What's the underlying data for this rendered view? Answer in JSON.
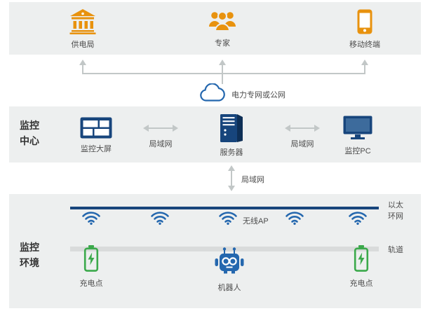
{
  "colors": {
    "orange": "#E8920E",
    "navy": "#17457C",
    "blue": "#2467AE",
    "green": "#3BA94B",
    "band-bg": "#EDEFEF",
    "arrow-gray": "#C2C7C7",
    "track-gray": "#D9DBDB"
  },
  "external": {
    "nodes": [
      {
        "label": "供电局"
      },
      {
        "label": "专家"
      },
      {
        "label": "移动终端"
      }
    ]
  },
  "wan": {
    "label": "电力专网或公网"
  },
  "monitor_center": {
    "section_label": "监控中心",
    "nodes": [
      {
        "label": "监控大屏"
      },
      {
        "label": "服务器"
      },
      {
        "label": "监控PC"
      }
    ],
    "links": {
      "lan_left": "局域网",
      "lan_right": "局域网",
      "lan_down": "局域网"
    }
  },
  "monitor_env": {
    "section_label": "监控环境",
    "ethernet_ring_label": "以太环网",
    "wireless_ap_label": "无线AP",
    "track_label": "轨道",
    "nodes": [
      {
        "label": "充电点"
      },
      {
        "label": "机器人"
      },
      {
        "label": "充电点"
      }
    ]
  }
}
